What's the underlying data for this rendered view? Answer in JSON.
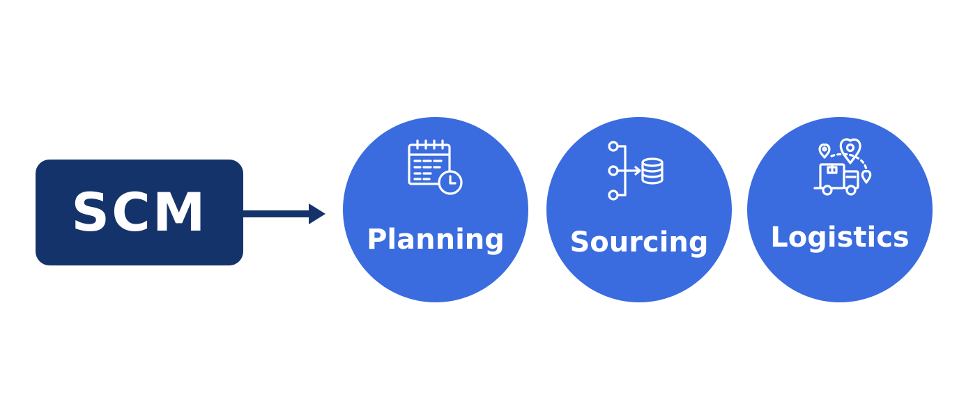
{
  "diagram": {
    "source": {
      "label": "SCM"
    },
    "stages": [
      {
        "label": "Planning",
        "icon": "calendar-clock-icon"
      },
      {
        "label": "Sourcing",
        "icon": "flow-database-icon"
      },
      {
        "label": "Logistics",
        "icon": "delivery-truck-location-icon"
      }
    ]
  },
  "colors": {
    "source_box": "#15336b",
    "arrow": "#15336b",
    "stage_circle": "#3a6cdf",
    "text": "#ffffff",
    "background": "#ffffff"
  }
}
